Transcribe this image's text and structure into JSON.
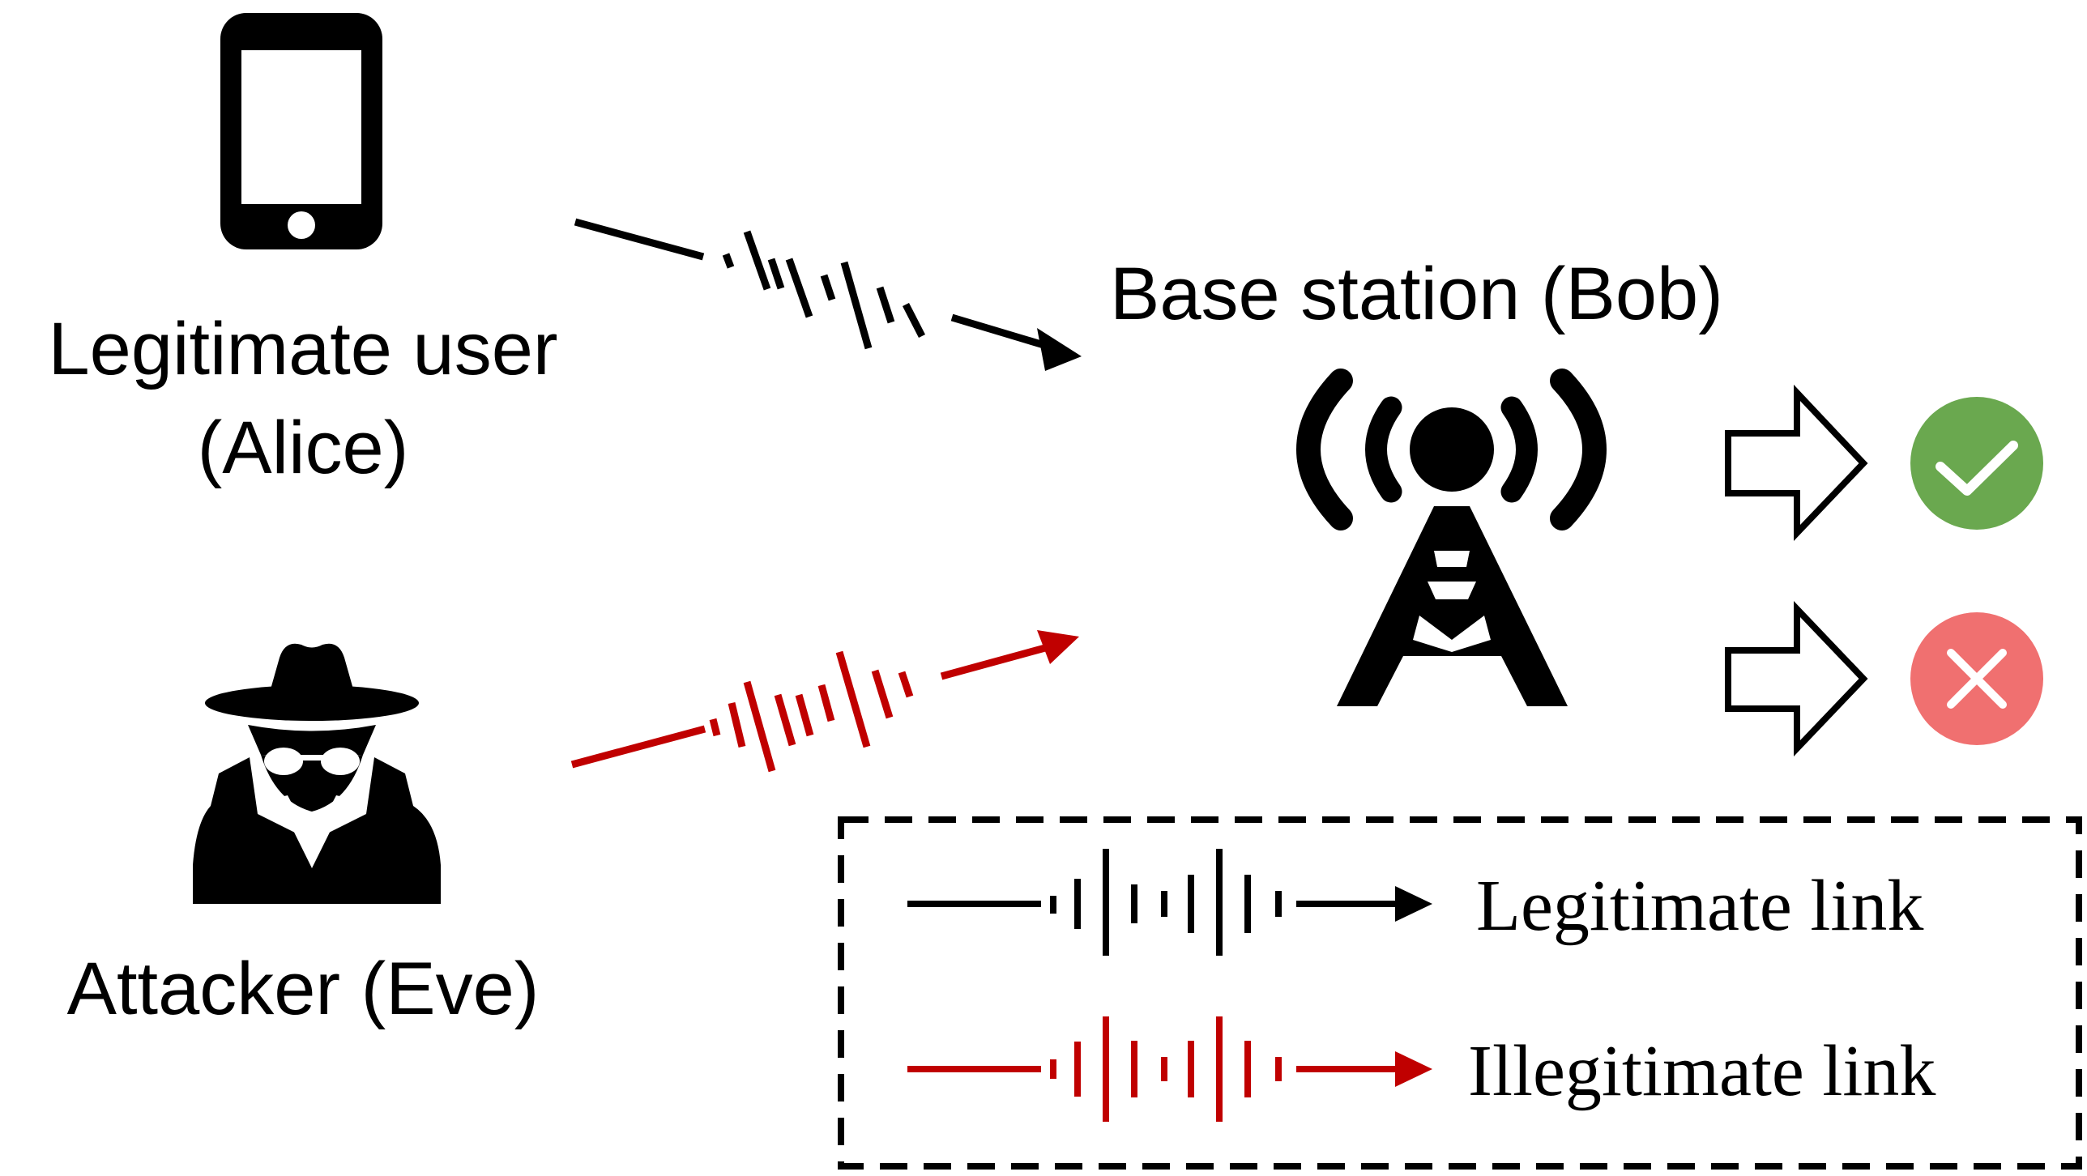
{
  "labels": {
    "alice_line1": "Legitimate user",
    "alice_line2": "(Alice)",
    "bob": "Base station (Bob)",
    "eve": "Attacker (Eve)"
  },
  "legend": {
    "legit": "Legitimate link",
    "illegit": "Illegitimate link"
  },
  "colors": {
    "legit_link": "#000000",
    "illegit_link": "#c00000",
    "accept": "#6aa84f",
    "reject": "#f07070"
  },
  "icons": {
    "alice": "smartphone-icon",
    "eve": "spy-icon",
    "bob": "cell-tower-icon",
    "accept": "check-icon",
    "reject": "cross-icon",
    "decision": "outline-arrow-icon"
  }
}
